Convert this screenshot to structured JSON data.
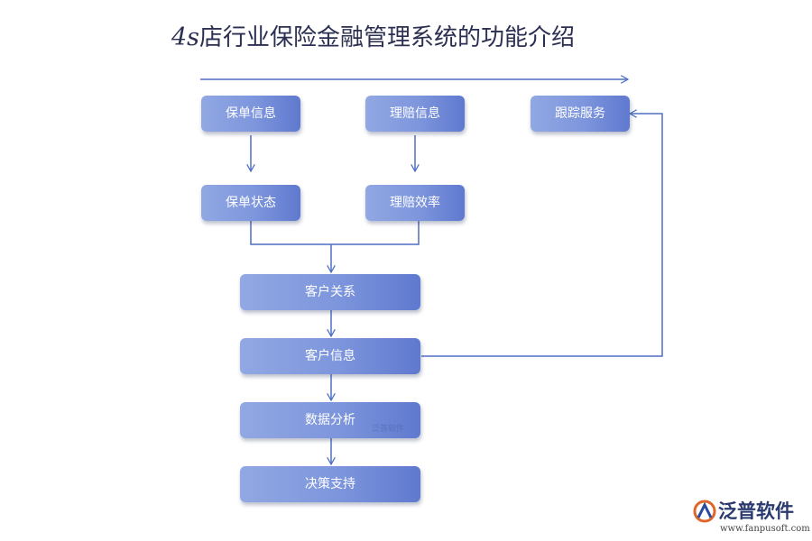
{
  "title": {
    "prefix": "4s",
    "main": "店行业保险金融管理系统的功能介绍"
  },
  "nodes": {
    "policy_info": "保单信息",
    "claim_info": "理赔信息",
    "follow_service": "跟踪服务",
    "policy_status": "保单状态",
    "claim_efficiency": "理赔效率",
    "customer_relation": "客户关系",
    "customer_info": "客户信息",
    "data_analysis": "数据分析",
    "decision_support": "决策支持"
  },
  "watermark": "泛普软件",
  "brand": {
    "name": "泛普软件",
    "url": "www.fanpusoft.com"
  },
  "colors": {
    "box_start": "#91a8e3",
    "box_end": "#5f79cf",
    "line": "#4f6fc4",
    "title": "#2b2f52"
  }
}
